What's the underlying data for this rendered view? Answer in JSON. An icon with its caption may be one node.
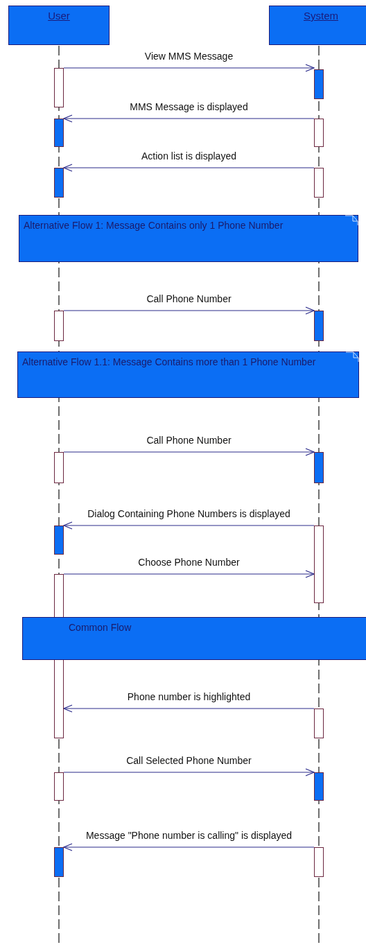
{
  "diagram": {
    "nodes": [
      {
        "text": [
          "User"
        ]
      },
      {
        "text": [
          "System"
        ]
      },
      {
        "text": [],
        "shape": "bar"
      },
      {
        "text": [],
        "shape": "bar"
      },
      {
        "text": [],
        "shape": "bar"
      },
      {
        "text": [],
        "shape": "bar"
      },
      {
        "text": [],
        "shape": "bar"
      },
      {
        "text": [],
        "shape": "bar"
      },
      {
        "text": [
          "Alternative Flow 1: Message Contains only 1 Phone Number"
        ]
      },
      {
        "text": [],
        "shape": "bar"
      },
      {
        "text": [],
        "shape": "bar"
      },
      {
        "text": [
          "Alternative Flow 1.1: Message Contains more than 1 Phone Number"
        ]
      },
      {
        "text": [],
        "shape": "bar"
      },
      {
        "text": [],
        "shape": "bar"
      },
      {
        "text": [],
        "shape": "bar"
      },
      {
        "text": [],
        "shape": "bar"
      },
      {
        "text": [],
        "shape": "bar"
      },
      {
        "text": [
          "Common Flow"
        ]
      },
      {
        "text": [],
        "shape": "bar"
      },
      {
        "text": [],
        "shape": "bar"
      },
      {
        "text": [],
        "shape": "bar"
      },
      {
        "text": [],
        "shape": "bar"
      },
      {
        "text": [],
        "shape": "bar"
      }
    ],
    "edges": [
      {
        "from": 2,
        "to": 3,
        "arrow": "to",
        "label": "View MMS Message"
      },
      {
        "from": 5,
        "to": 4,
        "arrow": "to",
        "label": "MMS Message is displayed"
      },
      {
        "from": 7,
        "to": 6,
        "arrow": "to",
        "label": "Action list is displayed"
      },
      {
        "from": 9,
        "to": 10,
        "arrow": "to",
        "label": "Call Phone Number"
      },
      {
        "from": 12,
        "to": 13,
        "arrow": "to",
        "label": "Call Phone Number"
      },
      {
        "from": 15,
        "to": 14,
        "arrow": "to",
        "label": "Dialog Containing Phone Numbers is displayed"
      },
      {
        "from": 16,
        "to": 15,
        "arrow": "to",
        "label": "Choose Phone Number"
      },
      {
        "from": 18,
        "to": 16,
        "arrow": "to",
        "label": "Phone number is highlighted"
      },
      {
        "from": 19,
        "to": 20,
        "arrow": "to",
        "label": "Call Selected Phone Number"
      },
      {
        "from": 22,
        "to": 21,
        "arrow": "to",
        "label": "Message \"Phone number is calling\" is displayed"
      }
    ]
  }
}
